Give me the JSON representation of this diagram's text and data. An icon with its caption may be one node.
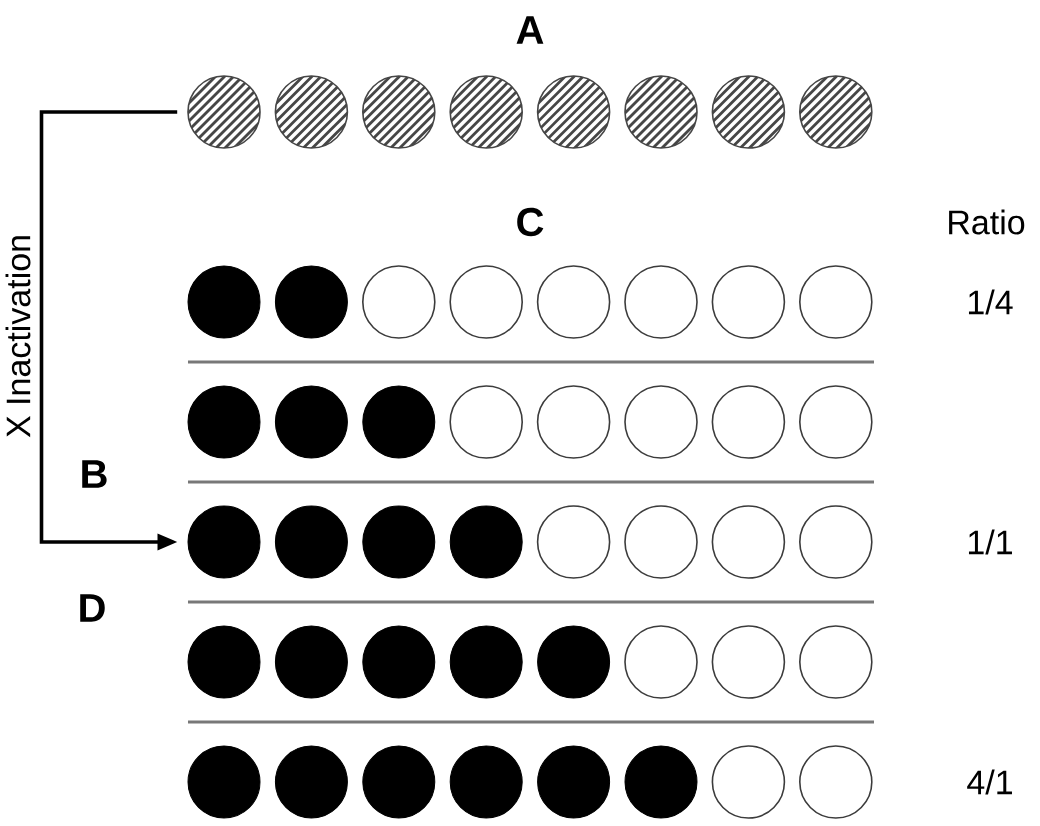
{
  "diagram": {
    "nodes": [
      {
        "text": [],
        "shape": "circle"
      },
      {
        "text": [],
        "shape": "circle"
      },
      {
        "text": [],
        "shape": "circle"
      },
      {
        "text": [],
        "shape": "circle"
      },
      {
        "text": [],
        "shape": "circle"
      },
      {
        "text": [],
        "shape": "circle"
      },
      {
        "text": [],
        "shape": "circle"
      },
      {
        "text": [],
        "shape": "circle"
      },
      {
        "text": [],
        "shape": "circle"
      },
      {
        "text": [],
        "shape": "circle"
      },
      {
        "text": [],
        "shape": "circle"
      },
      {
        "text": [],
        "shape": "circle"
      },
      {
        "text": [],
        "shape": "circle"
      },
      {
        "text": [],
        "shape": "circle"
      },
      {
        "text": [],
        "shape": "circle"
      },
      {
        "text": [],
        "shape": "circle"
      },
      {
        "text": [],
        "shape": "circle"
      },
      {
        "text": [],
        "shape": "circle"
      },
      {
        "text": [],
        "shape": "circle"
      },
      {
        "text": [],
        "shape": "circle"
      },
      {
        "text": [],
        "shape": "circle"
      },
      {
        "text": [],
        "shape": "circle"
      },
      {
        "text": [],
        "shape": "circle"
      },
      {
        "text": [],
        "shape": "circle"
      },
      {
        "text": [],
        "shape": "circle"
      },
      {
        "text": [],
        "shape": "circle"
      },
      {
        "text": [],
        "shape": "circle"
      },
      {
        "text": [],
        "shape": "circle"
      },
      {
        "text": [],
        "shape": "circle"
      },
      {
        "text": [],
        "shape": "circle"
      },
      {
        "text": [],
        "shape": "circle"
      },
      {
        "text": [],
        "shape": "circle"
      },
      {
        "text": [],
        "shape": "circle"
      },
      {
        "text": [],
        "shape": "circle"
      },
      {
        "text": [],
        "shape": "circle"
      },
      {
        "text": [],
        "shape": "circle"
      },
      {
        "text": [],
        "shape": "circle"
      },
      {
        "text": [],
        "shape": "circle"
      },
      {
        "text": [],
        "shape": "circle"
      },
      {
        "text": [],
        "shape": "circle"
      },
      {
        "text": [],
        "shape": "circle"
      },
      {
        "text": [],
        "shape": "circle"
      },
      {
        "text": [],
        "shape": "circle"
      },
      {
        "text": [],
        "shape": "circle"
      },
      {
        "text": [],
        "shape": "circle"
      },
      {
        "text": [],
        "shape": "circle"
      },
      {
        "text": [],
        "shape": "circle"
      },
      {
        "text": [],
        "shape": "circle"
      }
    ],
    "edges": [
      {
        "from": 0,
        "to": 24,
        "arrow": "to",
        "label": "X Inactivation"
      }
    ],
    "labels": [
      "A",
      "C",
      "Ratio",
      "1/4",
      "B",
      "1/1",
      "D",
      "4/1"
    ]
  }
}
